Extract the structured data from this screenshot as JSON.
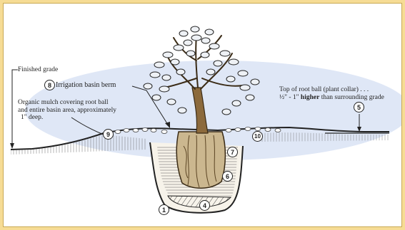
{
  "labels": {
    "finished_grade": "Finished grade",
    "irrigation_basin_berm": "Irrigation basin berm",
    "mulch_line1": "Organic mulch covering root ball",
    "mulch_line2": "and entire basin area, approximately",
    "mulch_line3": "1\" deep.",
    "root_ball_line1": "Top of root ball (plant collar) . . .",
    "root_ball_line2_pre": "½\" - 1\"",
    "root_ball_line2_bold": "higher",
    "root_ball_line2_post": "than surrounding grade"
  },
  "callouts": {
    "berm": "8",
    "mulch": "9",
    "collar": "5",
    "mulch_right": "10",
    "backfill_upper": "7",
    "backfill_lower": "6",
    "pit_bottom": "1",
    "compacted_base": "4"
  },
  "colors": {
    "page_bg": "#f6dc95",
    "sky_wash": "#d9e3f4",
    "ink": "#222222",
    "leaf_fill": "#eef1f5"
  }
}
